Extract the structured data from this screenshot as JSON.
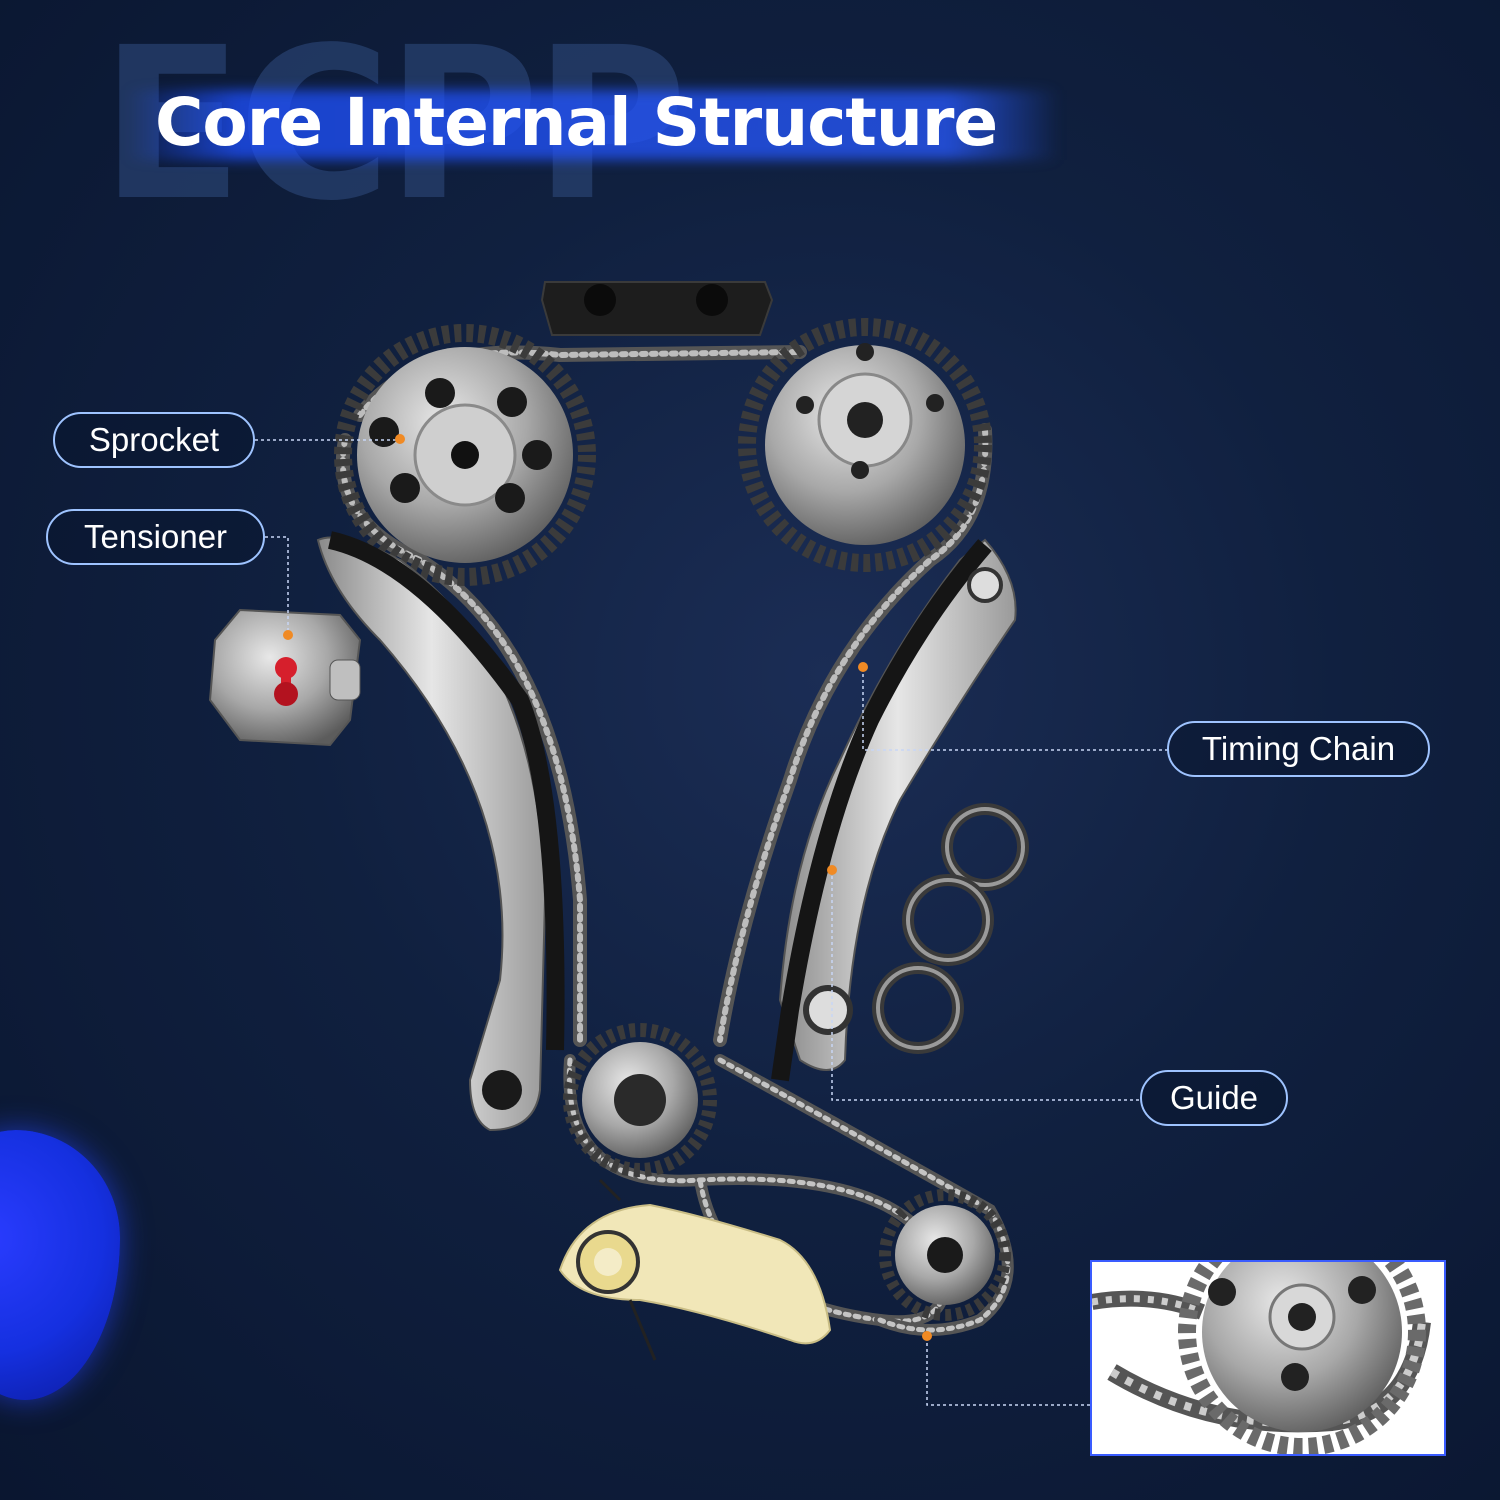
{
  "brand_watermark": "ECPP",
  "title": "Core Internal Structure",
  "callouts": {
    "sprocket": "Sprocket",
    "tensioner": "Tensioner",
    "timing_chain": "Timing Chain",
    "guide": "Guide"
  },
  "colors": {
    "background": "#10203f",
    "accent_blue": "#2a3cff",
    "callout_border": "#9ec3ff",
    "marker_orange": "#f08a24"
  }
}
